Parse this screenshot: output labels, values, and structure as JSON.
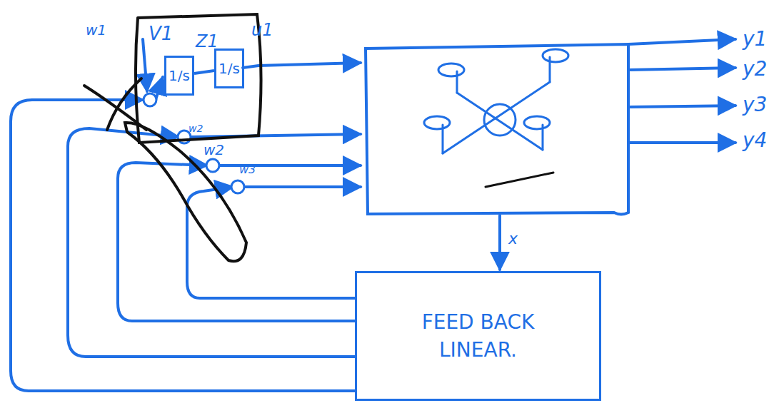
{
  "diagram": {
    "nodes": [
      {
        "text": [
          "1/s"
        ]
      },
      {
        "text": [
          "1/s"
        ]
      },
      {
        "text": [
          "FEED BACK LINEAR."
        ]
      }
    ],
    "edges": [
      {
        "from": 0,
        "to": 1,
        "label": "Z1",
        "arrow": "none"
      }
    ],
    "labels": [
      "V1",
      "u1",
      "w1",
      "w2",
      "w2",
      "w3",
      "y1",
      "y2",
      "y3",
      "y4",
      "x"
    ]
  }
}
